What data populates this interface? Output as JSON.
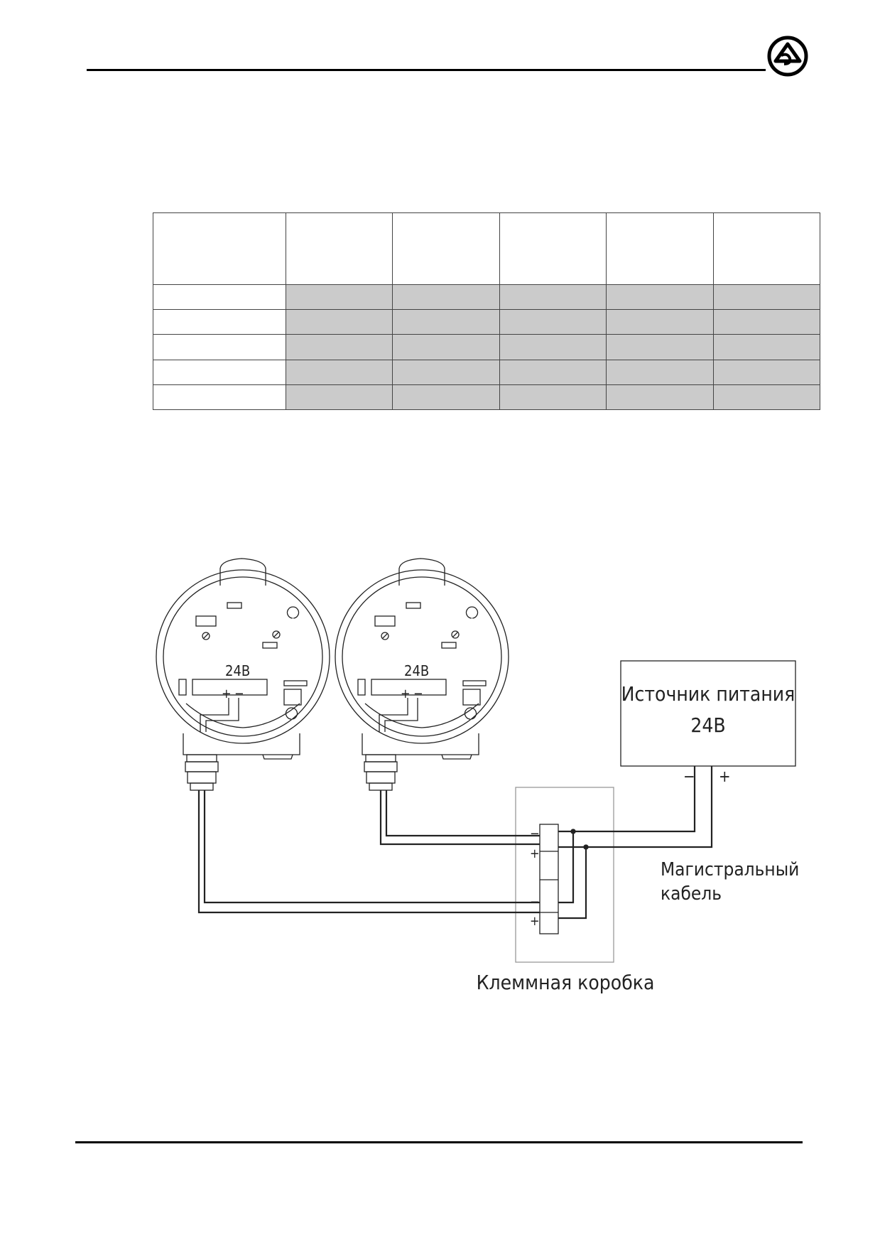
{
  "table": {
    "header_cells": [
      "",
      "",
      "",
      "",
      "",
      ""
    ],
    "rows": [
      [
        "",
        "",
        "",
        "",
        "",
        ""
      ],
      [
        "",
        "",
        "",
        "",
        "",
        ""
      ],
      [
        "",
        "",
        "",
        "",
        "",
        ""
      ],
      [
        "",
        "",
        "",
        "",
        "",
        ""
      ],
      [
        "",
        "",
        "",
        "",
        "",
        ""
      ]
    ]
  },
  "diagram": {
    "device_1_voltage": "24В",
    "device_2_voltage": "24В",
    "device_1_plus": "+",
    "device_1_minus": "−",
    "device_2_plus": "+",
    "device_2_minus": "−",
    "power_supply_line1": "Источник питания",
    "power_supply_line2": "24В",
    "supply_minus": "−",
    "supply_plus": "+",
    "terminal_signs": [
      "−",
      "+",
      "−",
      "+"
    ],
    "trunk_cable_line1": "Магистральный",
    "trunk_cable_line2": "кабель",
    "junction_box_label": "Клеммная коробка"
  }
}
